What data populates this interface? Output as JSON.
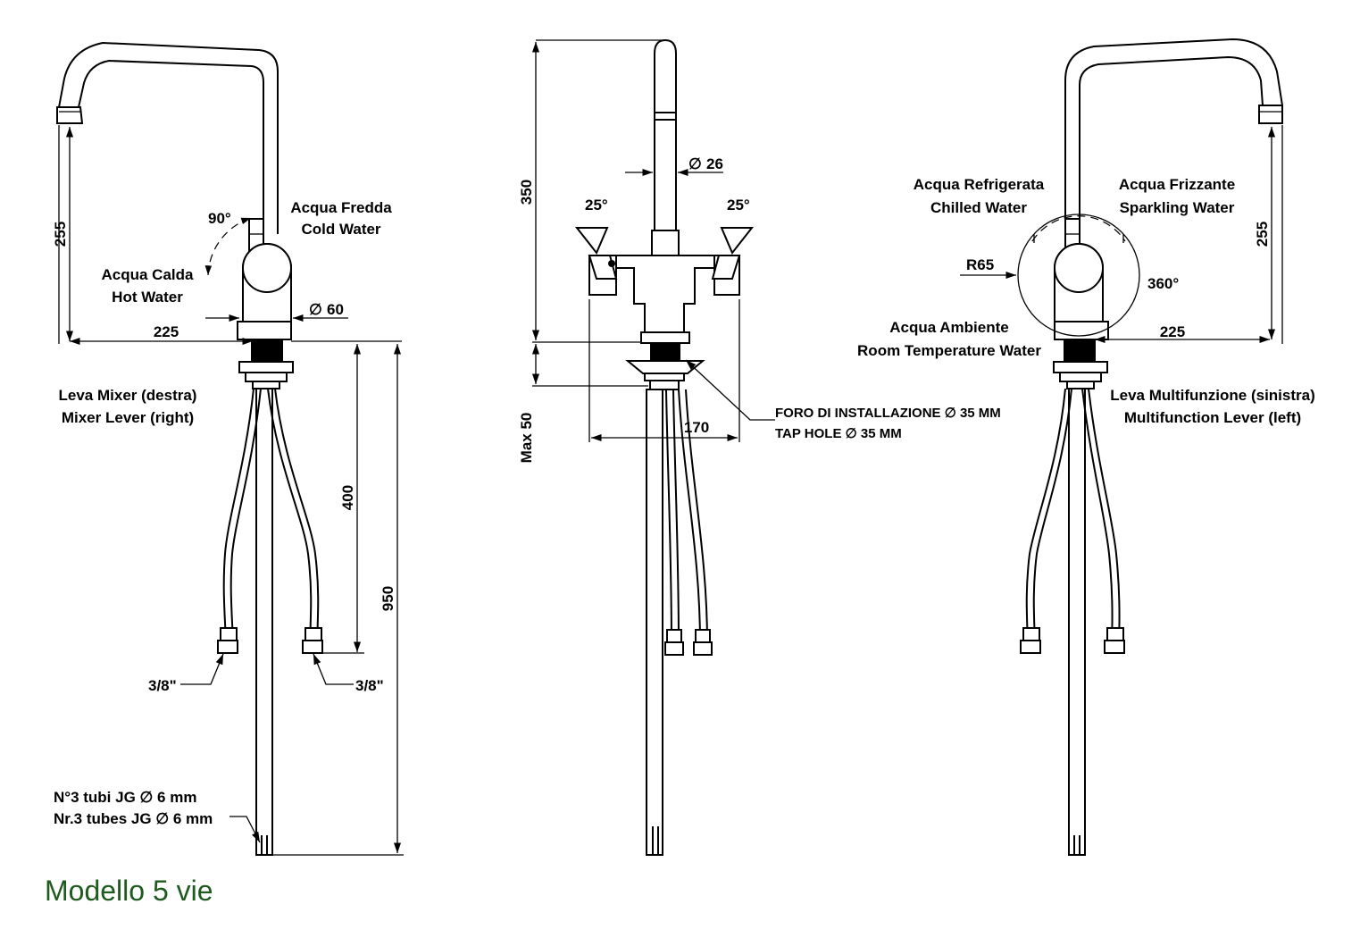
{
  "title": "Modello 5 vie",
  "colors": {
    "title": "#1f5a1f",
    "lines": "#000000"
  },
  "left_view": {
    "cold_it": "Acqua Fredda",
    "cold_en": "Cold Water",
    "hot_it": "Acqua Calda",
    "hot_en": "Hot Water",
    "lever_it": "Leva Mixer (destra)",
    "lever_en": "Mixer Lever (right)",
    "angle": "90°",
    "dim_height": "255",
    "dim_reach": "225",
    "dim_base_prefix": "∅",
    "dim_base": "60",
    "dim_hose": "400",
    "dim_total": "950",
    "thread_left": "3/8\"",
    "thread_right": "3/8\"",
    "tubes_it": "N°3 tubi JG  ∅  6 mm",
    "tubes_en": "Nr.3 tubes JG ∅  6 mm"
  },
  "front_view": {
    "dim_height": "350",
    "dim_spout_prefix": "∅",
    "dim_spout": "26",
    "angle_left": "25°",
    "angle_right": "25°",
    "dim_width": "170",
    "dim_max": "Max 50",
    "hole_it": "FORO DI INSTALLAZIONE  ∅ 35 MM",
    "hole_en": "TAP HOLE  ∅ 35 MM"
  },
  "right_view": {
    "chilled_it": "Acqua Refrigerata",
    "chilled_en": "Chilled Water",
    "sparkling_it": "Acqua Frizzante",
    "sparkling_en": "Sparkling Water",
    "ambient_it": "Acqua Ambiente",
    "ambient_en": "Room Temperature Water",
    "lever_it": "Leva Multifunzione (sinistra)",
    "lever_en": "Multifunction Lever (left)",
    "radius": "R65",
    "angle": "360°",
    "dim_height": "255",
    "dim_reach": "225"
  }
}
